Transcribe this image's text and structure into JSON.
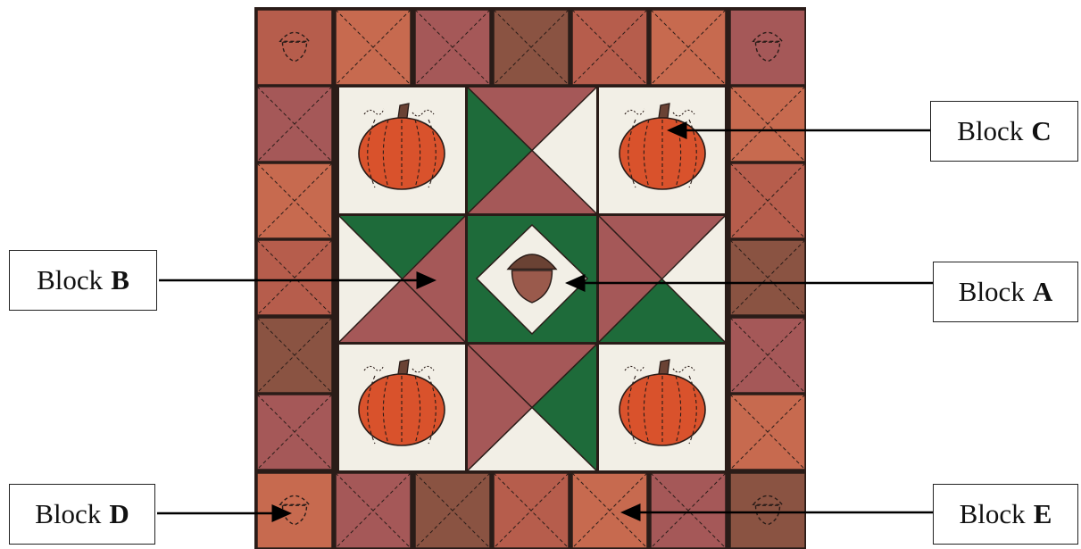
{
  "labels": {
    "a": {
      "prefix": "Block",
      "letter": "A"
    },
    "b": {
      "prefix": "Block",
      "letter": "B"
    },
    "c": {
      "prefix": "Block",
      "letter": "C"
    },
    "d": {
      "prefix": "Block",
      "letter": "D"
    },
    "e": {
      "prefix": "Block",
      "letter": "E"
    }
  },
  "colors": {
    "border_dark": "#2a1c18",
    "fabric_rust": "#b65d4c",
    "fabric_brown": "#8a5342",
    "fabric_mauve": "#a55858",
    "fabric_terracotta": "#c76a4f",
    "background_cream": "#f2efe6",
    "green": "#1e6b3a",
    "pumpkin_orange": "#d9522c",
    "stem_brown": "#6a4234",
    "acorn_brown": "#9a5a4c"
  },
  "icons": [
    "pumpkin-icon",
    "acorn-icon",
    "arrow-icon"
  ]
}
